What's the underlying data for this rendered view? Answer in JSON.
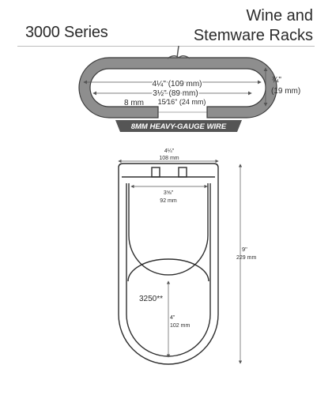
{
  "header": {
    "series": "3000 Series",
    "title_line1": "Wine and",
    "title_line2": "Stemware Racks"
  },
  "wire_profile": {
    "outer_dim": "4¼\" (109 mm)",
    "inner_dim": "3½\" (89 mm)",
    "height_in": "¾\"",
    "height_mm": "(19 mm)",
    "wire_dia": "8 mm",
    "gap_dim": "15⁄16\" (24 mm)",
    "banner": "8MM HEAVY-GAUGE WIRE",
    "colors": {
      "wire": "#8e8e8e",
      "outline": "#3a3a3a",
      "banner": "#555555"
    }
  },
  "rack_drawing": {
    "top_width_in": "4¼\"",
    "top_width_mm": "108 mm",
    "inner_width_in": "3⅝\"",
    "inner_width_mm": "92 mm",
    "height_in": "9\"",
    "height_mm": "229 mm",
    "lower_width_in": "4\"",
    "lower_width_mm": "102 mm",
    "model": "3250**"
  }
}
